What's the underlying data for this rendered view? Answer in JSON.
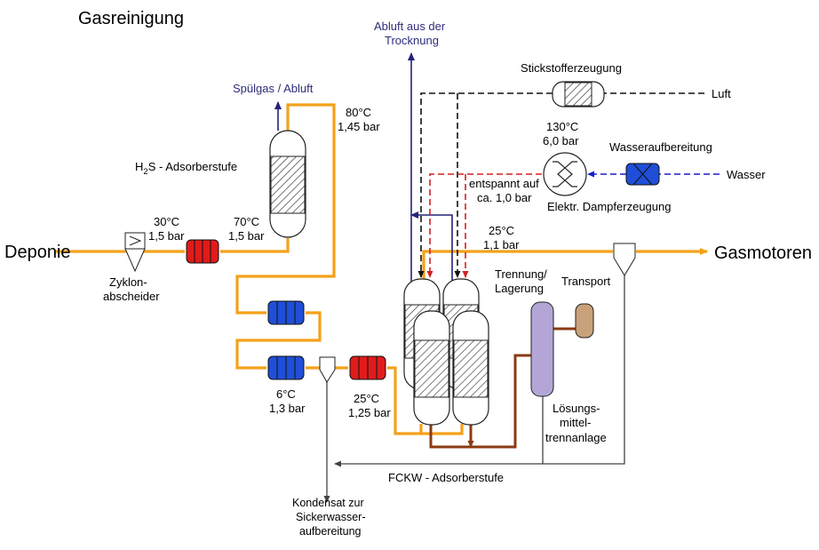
{
  "title": "Gasreinigung",
  "labels": {
    "deponie": "Deponie",
    "gasmotoren": "Gasmotoren",
    "zyklon_line1": "Zyklon-",
    "zyklon_line2": "abscheider",
    "h2s_prefix": "H",
    "h2s_sub": "2",
    "h2s_rest": "S - Adsorberstufe",
    "spuelgas": "Spülgas / Abluft",
    "abluft_line1": "Abluft aus der",
    "abluft_line2": "Trocknung",
    "stickstoff": "Stickstofferzeugung",
    "luft": "Luft",
    "wasseraufbereitung": "Wasseraufbereitung",
    "wasser": "Wasser",
    "dampf": "Elektr. Dampferzeugung",
    "entspannt_line1": "entspannt auf",
    "entspannt_line2": "ca. 1,0 bar",
    "trennung_line1": "Trennung/",
    "trennung_line2": "Lagerung",
    "transport": "Transport",
    "loesung_line1": "Lösungs-",
    "loesung_line2": "mittel-",
    "loesung_line3": "trennanlage",
    "fckw": "FCKW - Adsorberstufe",
    "kondensat_line1": "Kondensat zur",
    "kondensat_line2": "Sickerwasser-",
    "kondensat_line3": "aufbereitung"
  },
  "conditions": {
    "c30_t": "30°C",
    "c30_p": "1,5 bar",
    "c70_t": "70°C",
    "c70_p": "1,5 bar",
    "c80_t": "80°C",
    "c80_p": "1,45 bar",
    "c130_t": "130°C",
    "c130_p": "6,0 bar",
    "c6_t": "6°C",
    "c6_p": "1,3 bar",
    "c25a_t": "25°C",
    "c25a_p": "1,25 bar",
    "c25b_t": "25°C",
    "c25b_p": "1,1 bar"
  },
  "colors": {
    "gas_pipe": "#f4a11a",
    "solvent_pipe": "#8b3a12",
    "heater": "#e01b1b",
    "cooler": "#1f4fd8",
    "label_blue": "#2d2d7a",
    "nitrogen_line": "#111111",
    "steam_line": "#d02020",
    "water_line": "#1a1acc",
    "solvent_tank": "#b3a6d6",
    "transport_tank": "#c9a17a"
  }
}
